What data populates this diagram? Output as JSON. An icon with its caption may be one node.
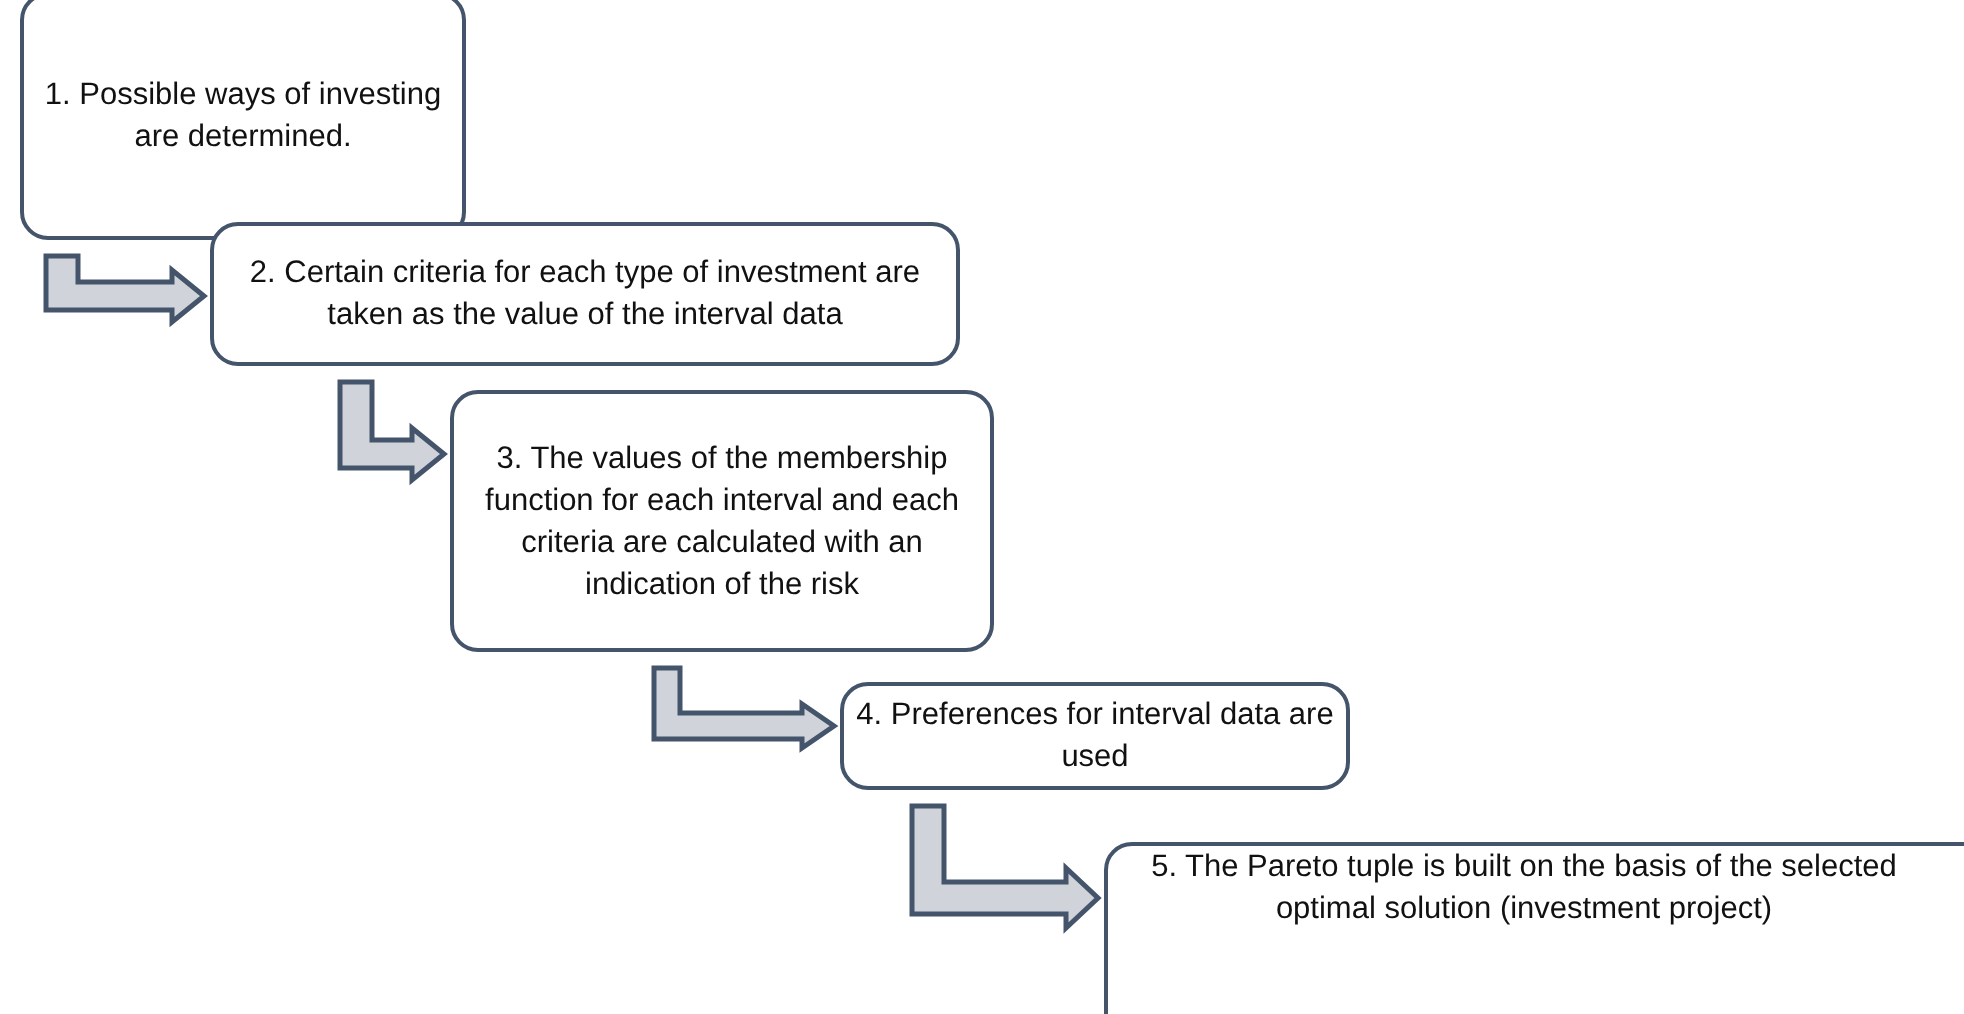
{
  "diagram": {
    "nodes": [
      {
        "text": [
          "1. Possible ways of investing are determined."
        ]
      },
      {
        "text": [
          "2. Certain criteria for each type of investment are taken as the value of the interval data"
        ]
      },
      {
        "text": [
          "3. The values of the membership function for each interval and each criteria are calculated with an indication of the risk"
        ]
      },
      {
        "text": [
          "4. Preferences for interval data are used"
        ]
      },
      {
        "text": [
          "5. The Pareto tuple is built on the basis of the selected optimal solution (investment project)"
        ]
      }
    ],
    "edges": [
      {
        "from": 0,
        "to": 1,
        "arrow": "to"
      },
      {
        "from": 1,
        "to": 2,
        "arrow": "to"
      },
      {
        "from": 2,
        "to": 3,
        "arrow": "to"
      },
      {
        "from": 3,
        "to": 4,
        "arrow": "to"
      }
    ]
  }
}
